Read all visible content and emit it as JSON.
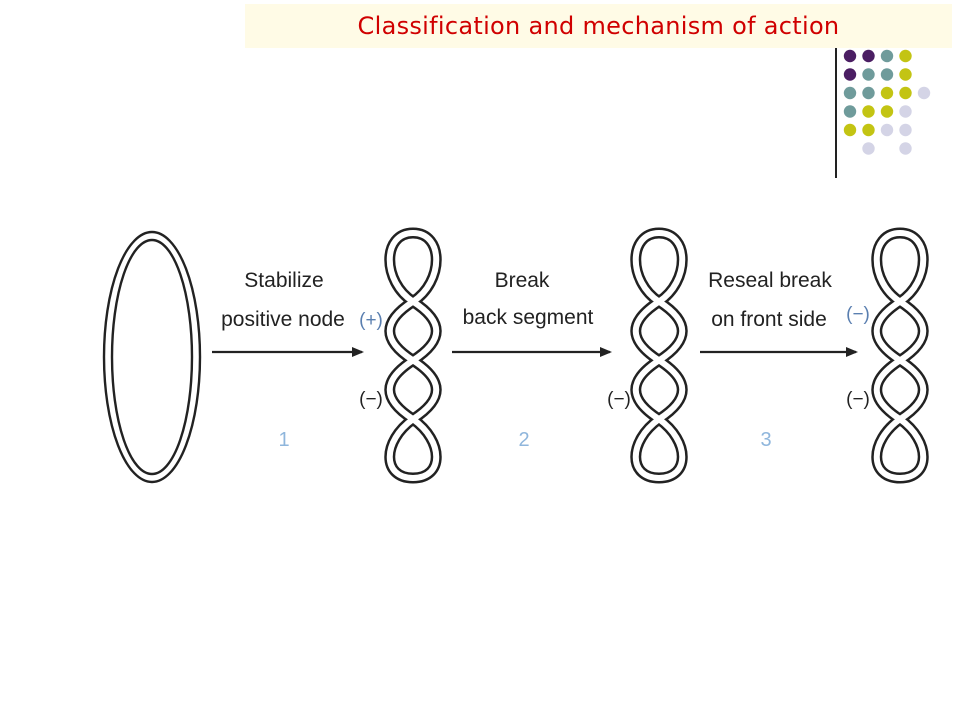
{
  "title": {
    "text": "Classification and mechanism of action",
    "color": "#d00000"
  },
  "decoration": {
    "dot_colors": [
      "#4b1e63",
      "#6f9b9b",
      "#c3c413",
      "#d4d4e6"
    ]
  },
  "diagram": {
    "steps": [
      {
        "line1": "Stabilize",
        "line2": "positive node",
        "number": "1"
      },
      {
        "line1": "Break",
        "line2": "back segment",
        "number": "2"
      },
      {
        "line1": "Reseal break",
        "line2": "on front side",
        "number": "3"
      }
    ],
    "knots": [
      {
        "top_label": "(+)",
        "bottom_label": "(−)"
      },
      {
        "top_label": "",
        "bottom_label": "(−)"
      },
      {
        "top_label": "(−)",
        "bottom_label": "(−)"
      }
    ],
    "number_color": "#8fb6dc",
    "top_label_color": "#5a7fb0"
  }
}
